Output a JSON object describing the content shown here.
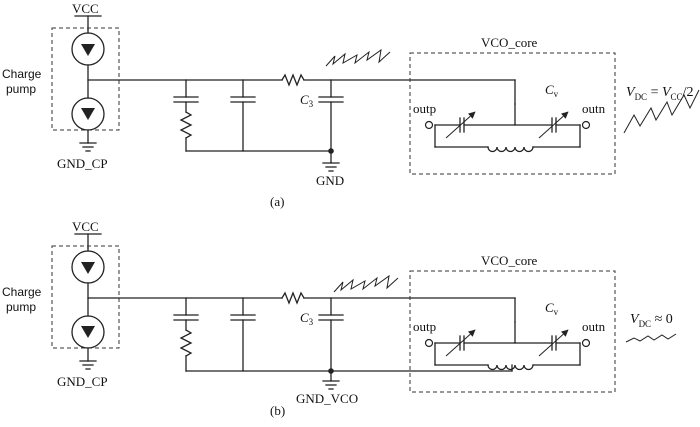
{
  "circuits": [
    {
      "caption": "(a)",
      "supply_label": "VCC",
      "pump_label_line1": "Charge",
      "pump_label_line2": "pump",
      "cp_ground_label": "GND_CP",
      "filter_ground_label": "GND",
      "cap_main": "C",
      "cap_main_sub": "3",
      "vco_label": "VCO_core",
      "cv_main": "C",
      "cv_sub": "v",
      "outp_label": "outp",
      "outn_label": "outn",
      "formula": {
        "v1": "V",
        "v1_sub": "DC",
        "op": " = ",
        "v2": "V",
        "v2_sub": "CC",
        "tail": "/2"
      }
    },
    {
      "caption": "(b)",
      "supply_label": "VCC",
      "pump_label_line1": "Charge",
      "pump_label_line2": "pump",
      "cp_ground_label": "GND_CP",
      "filter_ground_label": "GND_VCO",
      "cap_main": "C",
      "cap_main_sub": "3",
      "vco_label": "VCO_core",
      "cv_main": "C",
      "cv_sub": "v",
      "outp_label": "outp",
      "outn_label": "outn",
      "formula": {
        "v1": "V",
        "v1_sub": "DC",
        "op": " ≈ ",
        "v2": "0",
        "v2_sub": "",
        "tail": ""
      }
    }
  ]
}
